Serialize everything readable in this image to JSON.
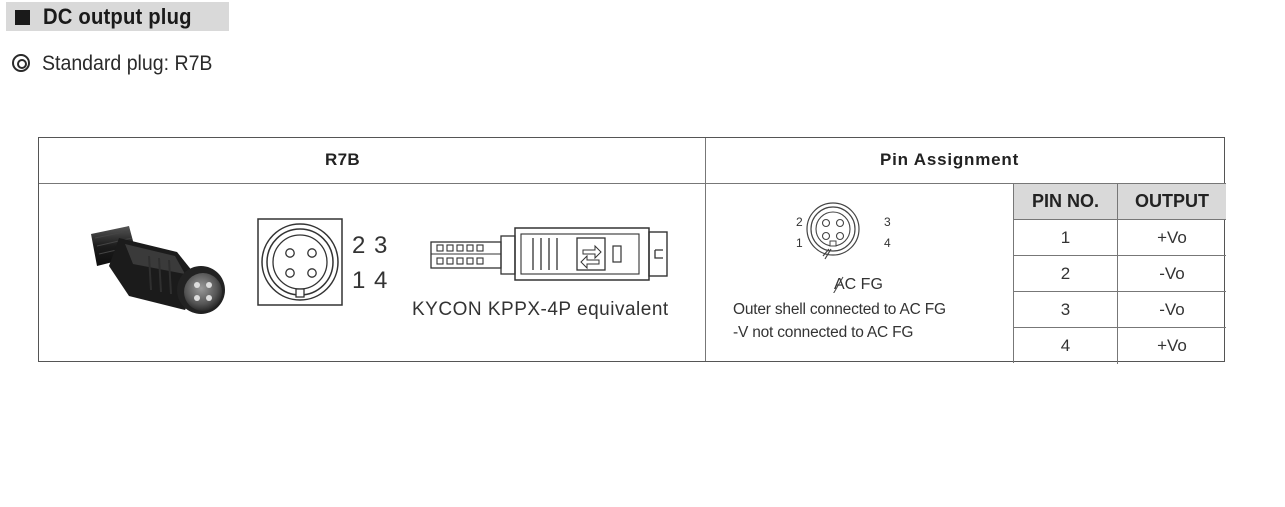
{
  "section": {
    "title": "DC output plug"
  },
  "subtitle": "Standard plug: R7B",
  "table": {
    "col1_header": "R7B",
    "col2_header": "Pin Assignment",
    "connector": {
      "pin_labels_top": "2 3",
      "pin_labels_bottom": "1 4",
      "equivalent": "KYCON  KPPX-4P equivalent"
    },
    "pin_diagram": {
      "pin2": "2",
      "pin1": "1",
      "pin3": "3",
      "pin4": "4",
      "fg_label": "AC FG",
      "note1": "Outer shell connected to AC FG",
      "note2": "-V not connected to AC FG"
    },
    "pins": {
      "headers": [
        "PIN NO.",
        "OUTPUT"
      ],
      "rows": [
        {
          "no": "1",
          "output": "+Vo"
        },
        {
          "no": "2",
          "output": "-Vo"
        },
        {
          "no": "3",
          "output": "-Vo"
        },
        {
          "no": "4",
          "output": "+Vo"
        }
      ]
    }
  }
}
